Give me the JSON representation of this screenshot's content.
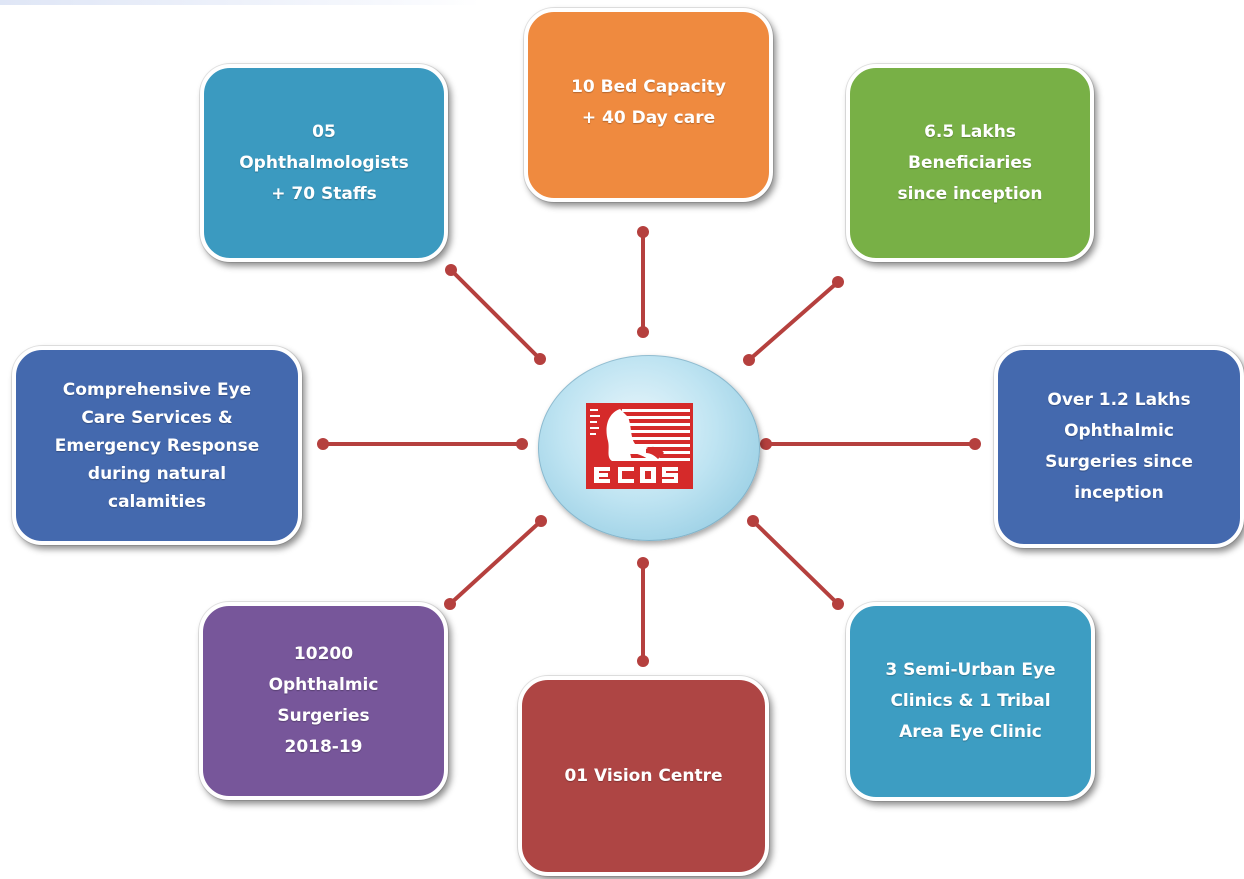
{
  "hub": {
    "logo_icon": "ecos-eye-care-logo",
    "logo_name": "ECOS",
    "colors": {
      "logo": "#d52a2a",
      "hub_center": "#eaf6fb",
      "hub_edge": "#86c4dd"
    }
  },
  "connector_color": "#b5403e",
  "boxes": {
    "top": {
      "lines": [
        "10 Bed Capacity",
        "+ 40 Day care"
      ],
      "color": "#ef8a3f"
    },
    "top_left": {
      "lines": [
        "05",
        "Ophthalmologists",
        "+ 70 Staffs"
      ],
      "color": "#3b9ac0"
    },
    "top_right": {
      "lines": [
        "6.5 Lakhs",
        "Beneficiaries",
        "since inception"
      ],
      "color": "#78b046"
    },
    "left": {
      "lines": [
        "Comprehensive Eye",
        "Care Services &",
        "Emergency Response",
        "during natural",
        "calamities"
      ],
      "color": "#4469ae"
    },
    "right": {
      "lines": [
        "Over 1.2 Lakhs",
        "Ophthalmic",
        "Surgeries since",
        "inception"
      ],
      "color": "#4469ae"
    },
    "bottom_left": {
      "lines": [
        "10200",
        "Ophthalmic",
        "Surgeries",
        "2018-19"
      ],
      "color": "#77569a"
    },
    "bottom": {
      "lines": [
        "01 Vision Centre"
      ],
      "color": "#ae4544"
    },
    "bottom_right": {
      "lines": [
        "3 Semi-Urban Eye",
        "Clinics & 1 Tribal",
        "Area Eye Clinic"
      ],
      "color": "#3d9dc2"
    }
  }
}
